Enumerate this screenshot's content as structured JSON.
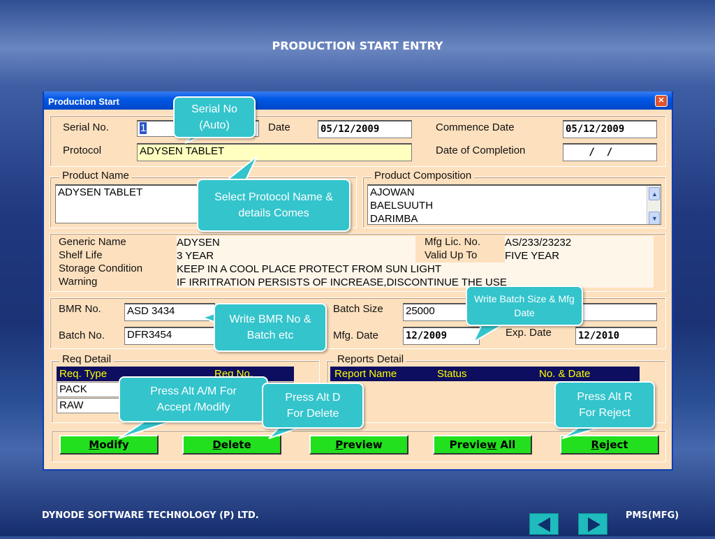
{
  "slide": {
    "title": "PRODUCTION START ENTRY",
    "footer_left": "DYNODE SOFTWARE TECHNOLOGY (P) LTD.",
    "footer_right": "PMS(MFG)"
  },
  "window": {
    "title": "Production Start",
    "close_glyph": "✕"
  },
  "header": {
    "serial_label": "Serial No.",
    "serial_value": "1",
    "date_label": "Date",
    "date_value": "05/12/2009",
    "commence_label": "Commence Date",
    "commence_value": "05/12/2009",
    "protocol_label": "Protocol",
    "protocol_value": "ADYSEN TABLET",
    "completion_label": "Date of Completion",
    "completion_value": " /  / "
  },
  "product_name": {
    "legend": "Product Name",
    "value": "ADYSEN TABLET"
  },
  "product_composition": {
    "legend": "Product Composition",
    "items": [
      "AJOWAN",
      "BAELSUUTH",
      "DARIMBA"
    ]
  },
  "details": {
    "generic_label": "Generic Name",
    "generic_value": "ADYSEN",
    "shelf_label": "Shelf Life",
    "shelf_value": "3 YEAR",
    "storage_label": "Storage Condition",
    "storage_value": "KEEP IN A COOL PLACE  PROTECT FROM SUN LIGHT",
    "warning_label": "Warning",
    "warning_value": "IF IRRITRATION PERSISTS OF INCREASE,DISCONTINUE THE USE",
    "mfg_lic_label": "Mfg Lic. No.",
    "mfg_lic_value": "AS/233/23232",
    "valid_label": "Valid Up To",
    "valid_value": "FIVE YEAR"
  },
  "batch": {
    "bmr_label": "BMR No.",
    "bmr_value": "ASD 3434",
    "batch_label": "Batch No.",
    "batch_value": "DFR3454",
    "size_label": "Batch Size",
    "size_value": "25000",
    "mfg_label": "Mfg. Date",
    "mfg_value": "12/2009",
    "exp_label": "Exp. Date",
    "exp_value": "12/2010"
  },
  "req_detail": {
    "legend": "Req Detail",
    "columns": [
      "Req. Type",
      "Req No."
    ],
    "rows": [
      "PACK",
      "RAW"
    ]
  },
  "reports_detail": {
    "legend": "Reports Detail",
    "columns": [
      "Report Name",
      "Status",
      "No. & Date"
    ]
  },
  "buttons": [
    {
      "pre": "",
      "key": "M",
      "post": "odify"
    },
    {
      "pre": "",
      "key": "D",
      "post": "elete"
    },
    {
      "pre": "",
      "key": "P",
      "post": "review"
    },
    {
      "pre": "Previe",
      "key": "w",
      "post": " All"
    },
    {
      "pre": "",
      "key": "R",
      "post": "eject"
    }
  ],
  "callouts": {
    "serial": "Serial No (Auto)",
    "protocol": "Select Protocol Name & details Comes",
    "bmr": "Write BMR No & Batch etc",
    "batch_size": "Write Batch Size & Mfg Date",
    "accept": "Press Alt A/M For Accept /Modify",
    "delete": "Press Alt D For Delete",
    "reject": "Press Alt R For Reject"
  },
  "colors": {
    "button_green": "#22e01e",
    "callout_teal": "#33c4cc",
    "form_bg": "#fde0be",
    "grid_header": "#0d0e60"
  }
}
